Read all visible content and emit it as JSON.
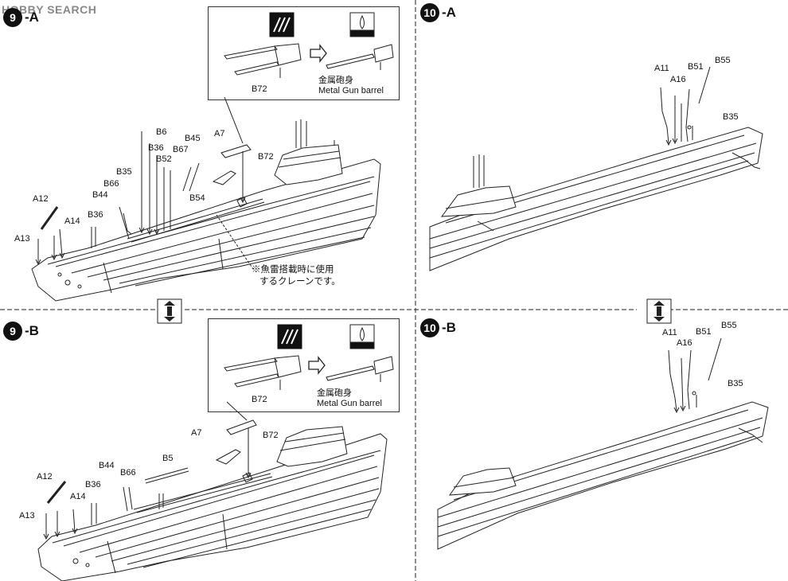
{
  "watermark": "HOBBY SEARCH",
  "steps": {
    "s9a": {
      "num": "9",
      "suffix": "-A"
    },
    "s9b": {
      "num": "9",
      "suffix": "-B"
    },
    "s10a": {
      "num": "10",
      "suffix": "-A"
    },
    "s10b": {
      "num": "10",
      "suffix": "-B"
    }
  },
  "callout": {
    "part": "B72",
    "jp": "金属砲身",
    "en": "Metal Gun barrel"
  },
  "note_9a": {
    "line1": "※魚雷搭載時に使用",
    "line2": "するクレーンです。"
  },
  "parts_9a": {
    "B6": "B6",
    "B36a": "B36",
    "B67": "B67",
    "B52": "B52",
    "B45": "B45",
    "A7": "A7",
    "B72": "B72",
    "B35": "B35",
    "B66": "B66",
    "B44": "B44",
    "B54": "B54",
    "A12": "A12",
    "A14": "A14",
    "B36b": "B36",
    "A13": "A13"
  },
  "parts_9b": {
    "A7": "A7",
    "B72": "B72",
    "B5": "B5",
    "B44": "B44",
    "B66": "B66",
    "B36": "B36",
    "A12": "A12",
    "A14": "A14",
    "A13": "A13"
  },
  "parts_10a": {
    "A11": "A11",
    "A16": "A16",
    "B51": "B51",
    "B55": "B55",
    "B35": "B35"
  },
  "parts_10b": {
    "A11": "A11",
    "A16": "A16",
    "B51": "B51",
    "B55": "B55",
    "B35": "B35"
  }
}
